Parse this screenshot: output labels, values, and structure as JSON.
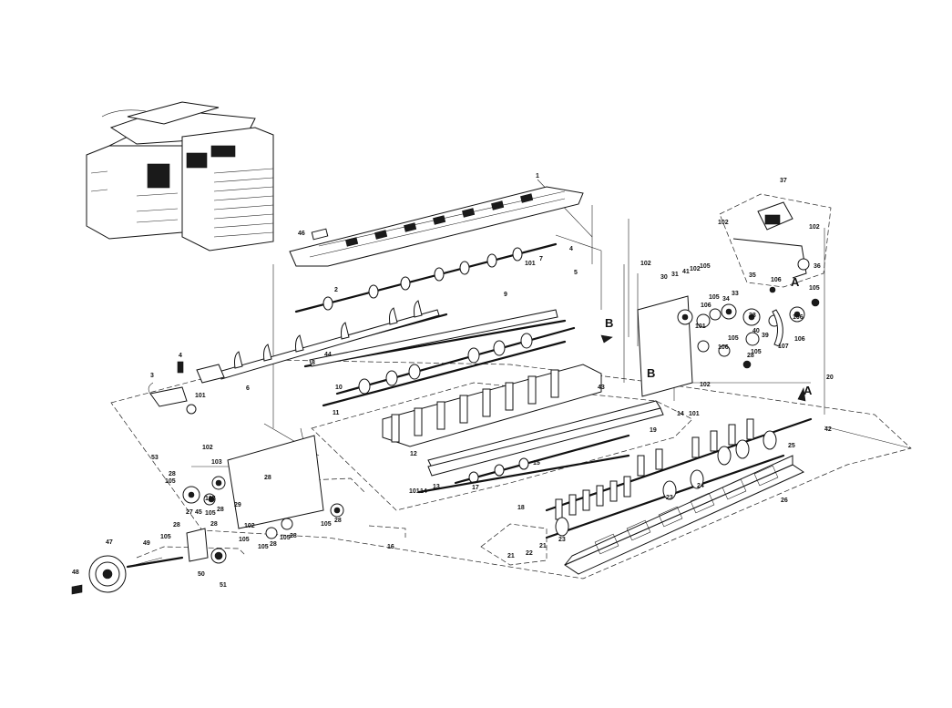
{
  "diagram": {
    "callouts": [
      {
        "id": "c1",
        "text": "1"
      },
      {
        "id": "c2",
        "text": "2"
      },
      {
        "id": "c3",
        "text": "3"
      },
      {
        "id": "c4a",
        "text": "4"
      },
      {
        "id": "c4b",
        "text": "4"
      },
      {
        "id": "c5",
        "text": "5"
      },
      {
        "id": "c6",
        "text": "6"
      },
      {
        "id": "c7",
        "text": "7"
      },
      {
        "id": "c8",
        "text": "8"
      },
      {
        "id": "c9",
        "text": "9"
      },
      {
        "id": "c10",
        "text": "10"
      },
      {
        "id": "c11",
        "text": "11"
      },
      {
        "id": "c12",
        "text": "12"
      },
      {
        "id": "c13",
        "text": "13"
      },
      {
        "id": "c14a",
        "text": "14"
      },
      {
        "id": "c14b",
        "text": "14"
      },
      {
        "id": "c15",
        "text": "15"
      },
      {
        "id": "c16",
        "text": "16"
      },
      {
        "id": "c17",
        "text": "17"
      },
      {
        "id": "c18",
        "text": "18"
      },
      {
        "id": "c19",
        "text": "19"
      },
      {
        "id": "c20",
        "text": "20"
      },
      {
        "id": "c21a",
        "text": "21"
      },
      {
        "id": "c21b",
        "text": "21"
      },
      {
        "id": "c22",
        "text": "22"
      },
      {
        "id": "c23a",
        "text": "23"
      },
      {
        "id": "c23b",
        "text": "23"
      },
      {
        "id": "c24",
        "text": "24"
      },
      {
        "id": "c25",
        "text": "25"
      },
      {
        "id": "c26",
        "text": "26"
      },
      {
        "id": "c27",
        "text": "27"
      },
      {
        "id": "c28a",
        "text": "28"
      },
      {
        "id": "c28b",
        "text": "28"
      },
      {
        "id": "c28c",
        "text": "28"
      },
      {
        "id": "c28d",
        "text": "28"
      },
      {
        "id": "c28e",
        "text": "28"
      },
      {
        "id": "c28f",
        "text": "28"
      },
      {
        "id": "c28g",
        "text": "28"
      },
      {
        "id": "c28h",
        "text": "28"
      },
      {
        "id": "c28i",
        "text": "28"
      },
      {
        "id": "c29",
        "text": "29"
      },
      {
        "id": "c30",
        "text": "30"
      },
      {
        "id": "c31",
        "text": "31"
      },
      {
        "id": "c33",
        "text": "33"
      },
      {
        "id": "c34",
        "text": "34"
      },
      {
        "id": "c35",
        "text": "35"
      },
      {
        "id": "c36",
        "text": "36"
      },
      {
        "id": "c37",
        "text": "37"
      },
      {
        "id": "c38",
        "text": "38"
      },
      {
        "id": "c39",
        "text": "39"
      },
      {
        "id": "c40",
        "text": "40"
      },
      {
        "id": "c41",
        "text": "41"
      },
      {
        "id": "c42",
        "text": "42"
      },
      {
        "id": "c43",
        "text": "43"
      },
      {
        "id": "c44",
        "text": "44"
      },
      {
        "id": "c45",
        "text": "45"
      },
      {
        "id": "c46",
        "text": "46"
      },
      {
        "id": "c47",
        "text": "47"
      },
      {
        "id": "c48",
        "text": "48"
      },
      {
        "id": "c49",
        "text": "49"
      },
      {
        "id": "c50",
        "text": "50"
      },
      {
        "id": "c51",
        "text": "51"
      },
      {
        "id": "c53",
        "text": "53"
      },
      {
        "id": "c101a",
        "text": "101"
      },
      {
        "id": "c101b",
        "text": "101"
      },
      {
        "id": "c101c",
        "text": "101"
      },
      {
        "id": "c101d",
        "text": "101"
      },
      {
        "id": "c101e",
        "text": "101"
      },
      {
        "id": "c102a",
        "text": "102"
      },
      {
        "id": "c102b",
        "text": "102"
      },
      {
        "id": "c102c",
        "text": "102"
      },
      {
        "id": "c102d",
        "text": "102"
      },
      {
        "id": "c102e",
        "text": "102"
      },
      {
        "id": "c102f",
        "text": "102"
      },
      {
        "id": "c102g",
        "text": "102"
      },
      {
        "id": "c103",
        "text": "103"
      },
      {
        "id": "c105a",
        "text": "105"
      },
      {
        "id": "c105b",
        "text": "105"
      },
      {
        "id": "c105c",
        "text": "105"
      },
      {
        "id": "c105d",
        "text": "105"
      },
      {
        "id": "c105e",
        "text": "105"
      },
      {
        "id": "c105f",
        "text": "105"
      },
      {
        "id": "c105g",
        "text": "105"
      },
      {
        "id": "c105h",
        "text": "105"
      },
      {
        "id": "c105i",
        "text": "105"
      },
      {
        "id": "c105j",
        "text": "105"
      },
      {
        "id": "c105k",
        "text": "105"
      },
      {
        "id": "c105l",
        "text": "105"
      },
      {
        "id": "c105m",
        "text": "105"
      },
      {
        "id": "c106a",
        "text": "106"
      },
      {
        "id": "c106b",
        "text": "106"
      },
      {
        "id": "c106c",
        "text": "106"
      },
      {
        "id": "c106d",
        "text": "106"
      },
      {
        "id": "c106e",
        "text": "106"
      },
      {
        "id": "c107",
        "text": "107"
      }
    ],
    "section_marks": [
      {
        "id": "mA1",
        "text": "A"
      },
      {
        "id": "mA2",
        "text": "A"
      },
      {
        "id": "mB1",
        "text": "B"
      },
      {
        "id": "mB2",
        "text": "B"
      }
    ]
  }
}
